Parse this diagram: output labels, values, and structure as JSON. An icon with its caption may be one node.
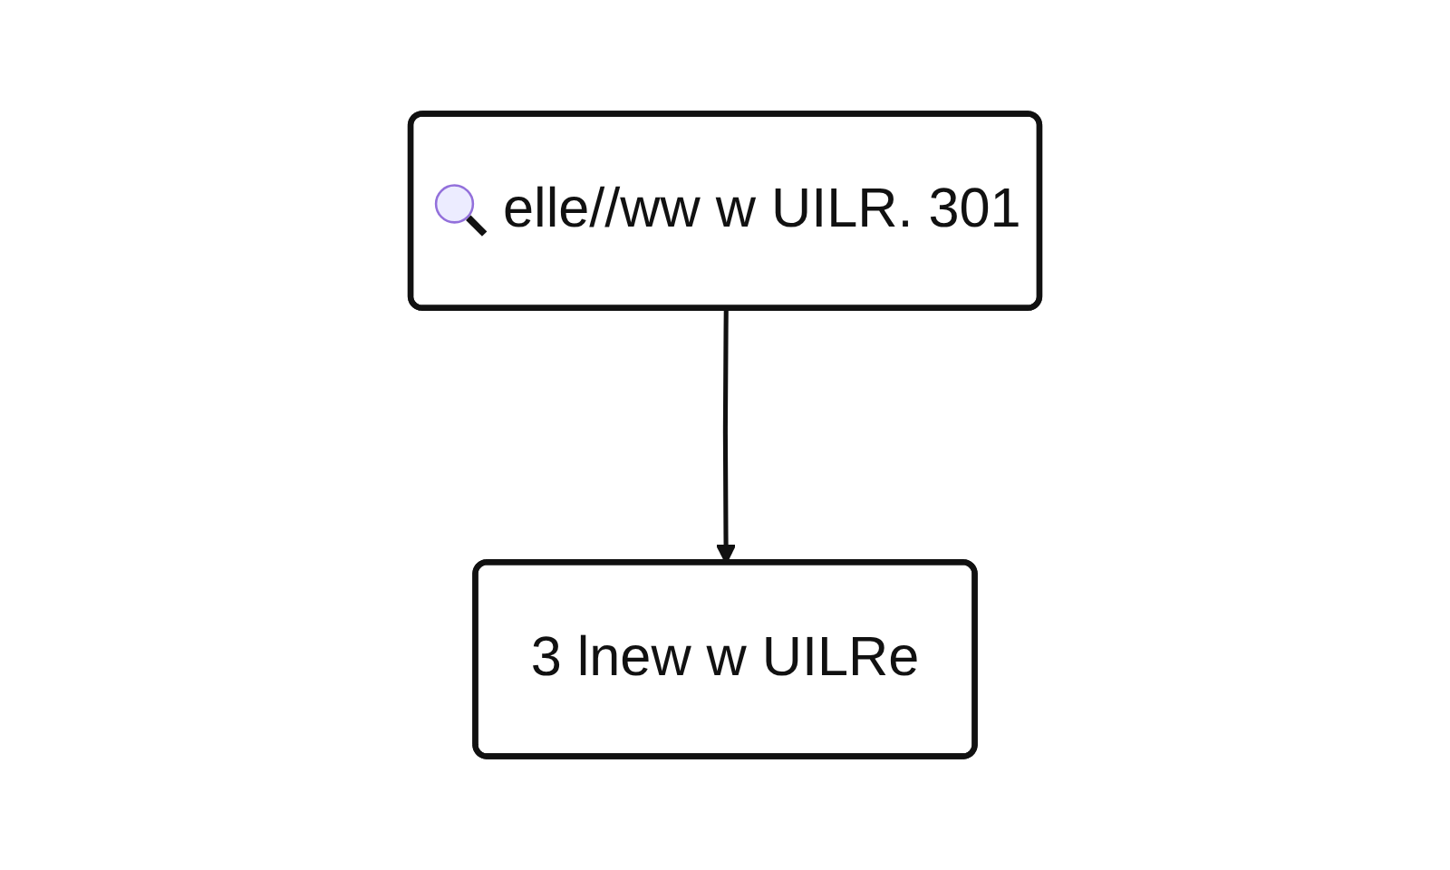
{
  "diagram": {
    "nodes": [
      {
        "text": [
          "elle//ww w UILR. 301"
        ]
      },
      {
        "text": [
          "3 lnew w UILRe"
        ]
      }
    ],
    "edges": [
      {
        "from": 0,
        "to": 1,
        "arrow": "to"
      }
    ]
  }
}
